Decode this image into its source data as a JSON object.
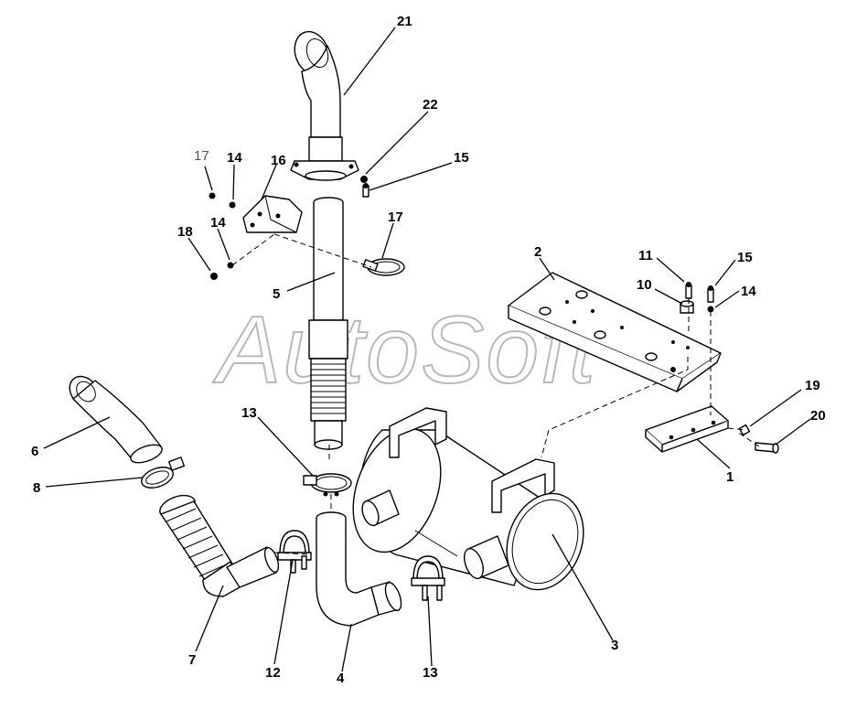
{
  "watermark": {
    "text": "AutoSoft",
    "color": "#b9b9b9"
  },
  "callouts": {
    "c21": "21",
    "c22": "22",
    "c15a": "15",
    "c17a": "17",
    "c14a": "14",
    "c16": "16",
    "c18": "18",
    "c14b": "14",
    "c17b": "17",
    "c5": "5",
    "c2": "2",
    "c11": "11",
    "c15b": "15",
    "c10": "10",
    "c14c": "14",
    "c19": "19",
    "c20": "20",
    "c1": "1",
    "c6": "6",
    "c13a": "13",
    "c8": "8",
    "c7": "7",
    "c12": "12",
    "c4": "4",
    "c13b": "13",
    "c3": "3"
  },
  "colors": {
    "line": "#000000",
    "background": "#ffffff"
  }
}
